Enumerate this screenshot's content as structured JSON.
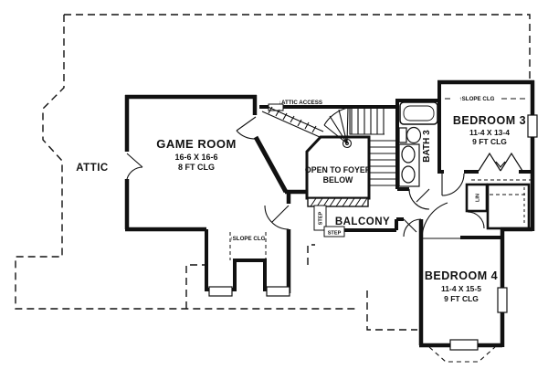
{
  "plan": {
    "attic": "ATTIC",
    "attic_access": "↓ATTIC ACCESS",
    "game_room": {
      "name": "GAME ROOM",
      "dims": "16-6 X 16-6",
      "ceiling": "8 FT CLG"
    },
    "foyer": {
      "line1": "OPEN TO FOYER",
      "line2": "BELOW"
    },
    "balcony": "BALCONY",
    "bath3": "BATH 3",
    "bedroom3": {
      "name": "BEDROOM 3",
      "dims": "11-4 X 13-4",
      "ceiling": "9 FT CLG",
      "slope": "↑SLOPE CLG"
    },
    "bedroom4": {
      "name": "BEDROOM 4",
      "dims": "11-4 X 15-5",
      "ceiling": "9 FT CLG"
    },
    "slope_clg_bays": "↑SLOPE CLG",
    "step_vertical": "STEP",
    "step_horizontal": "STEP",
    "linen": "LIN"
  },
  "colors": {
    "ink": "#111111",
    "paper": "#ffffff"
  }
}
